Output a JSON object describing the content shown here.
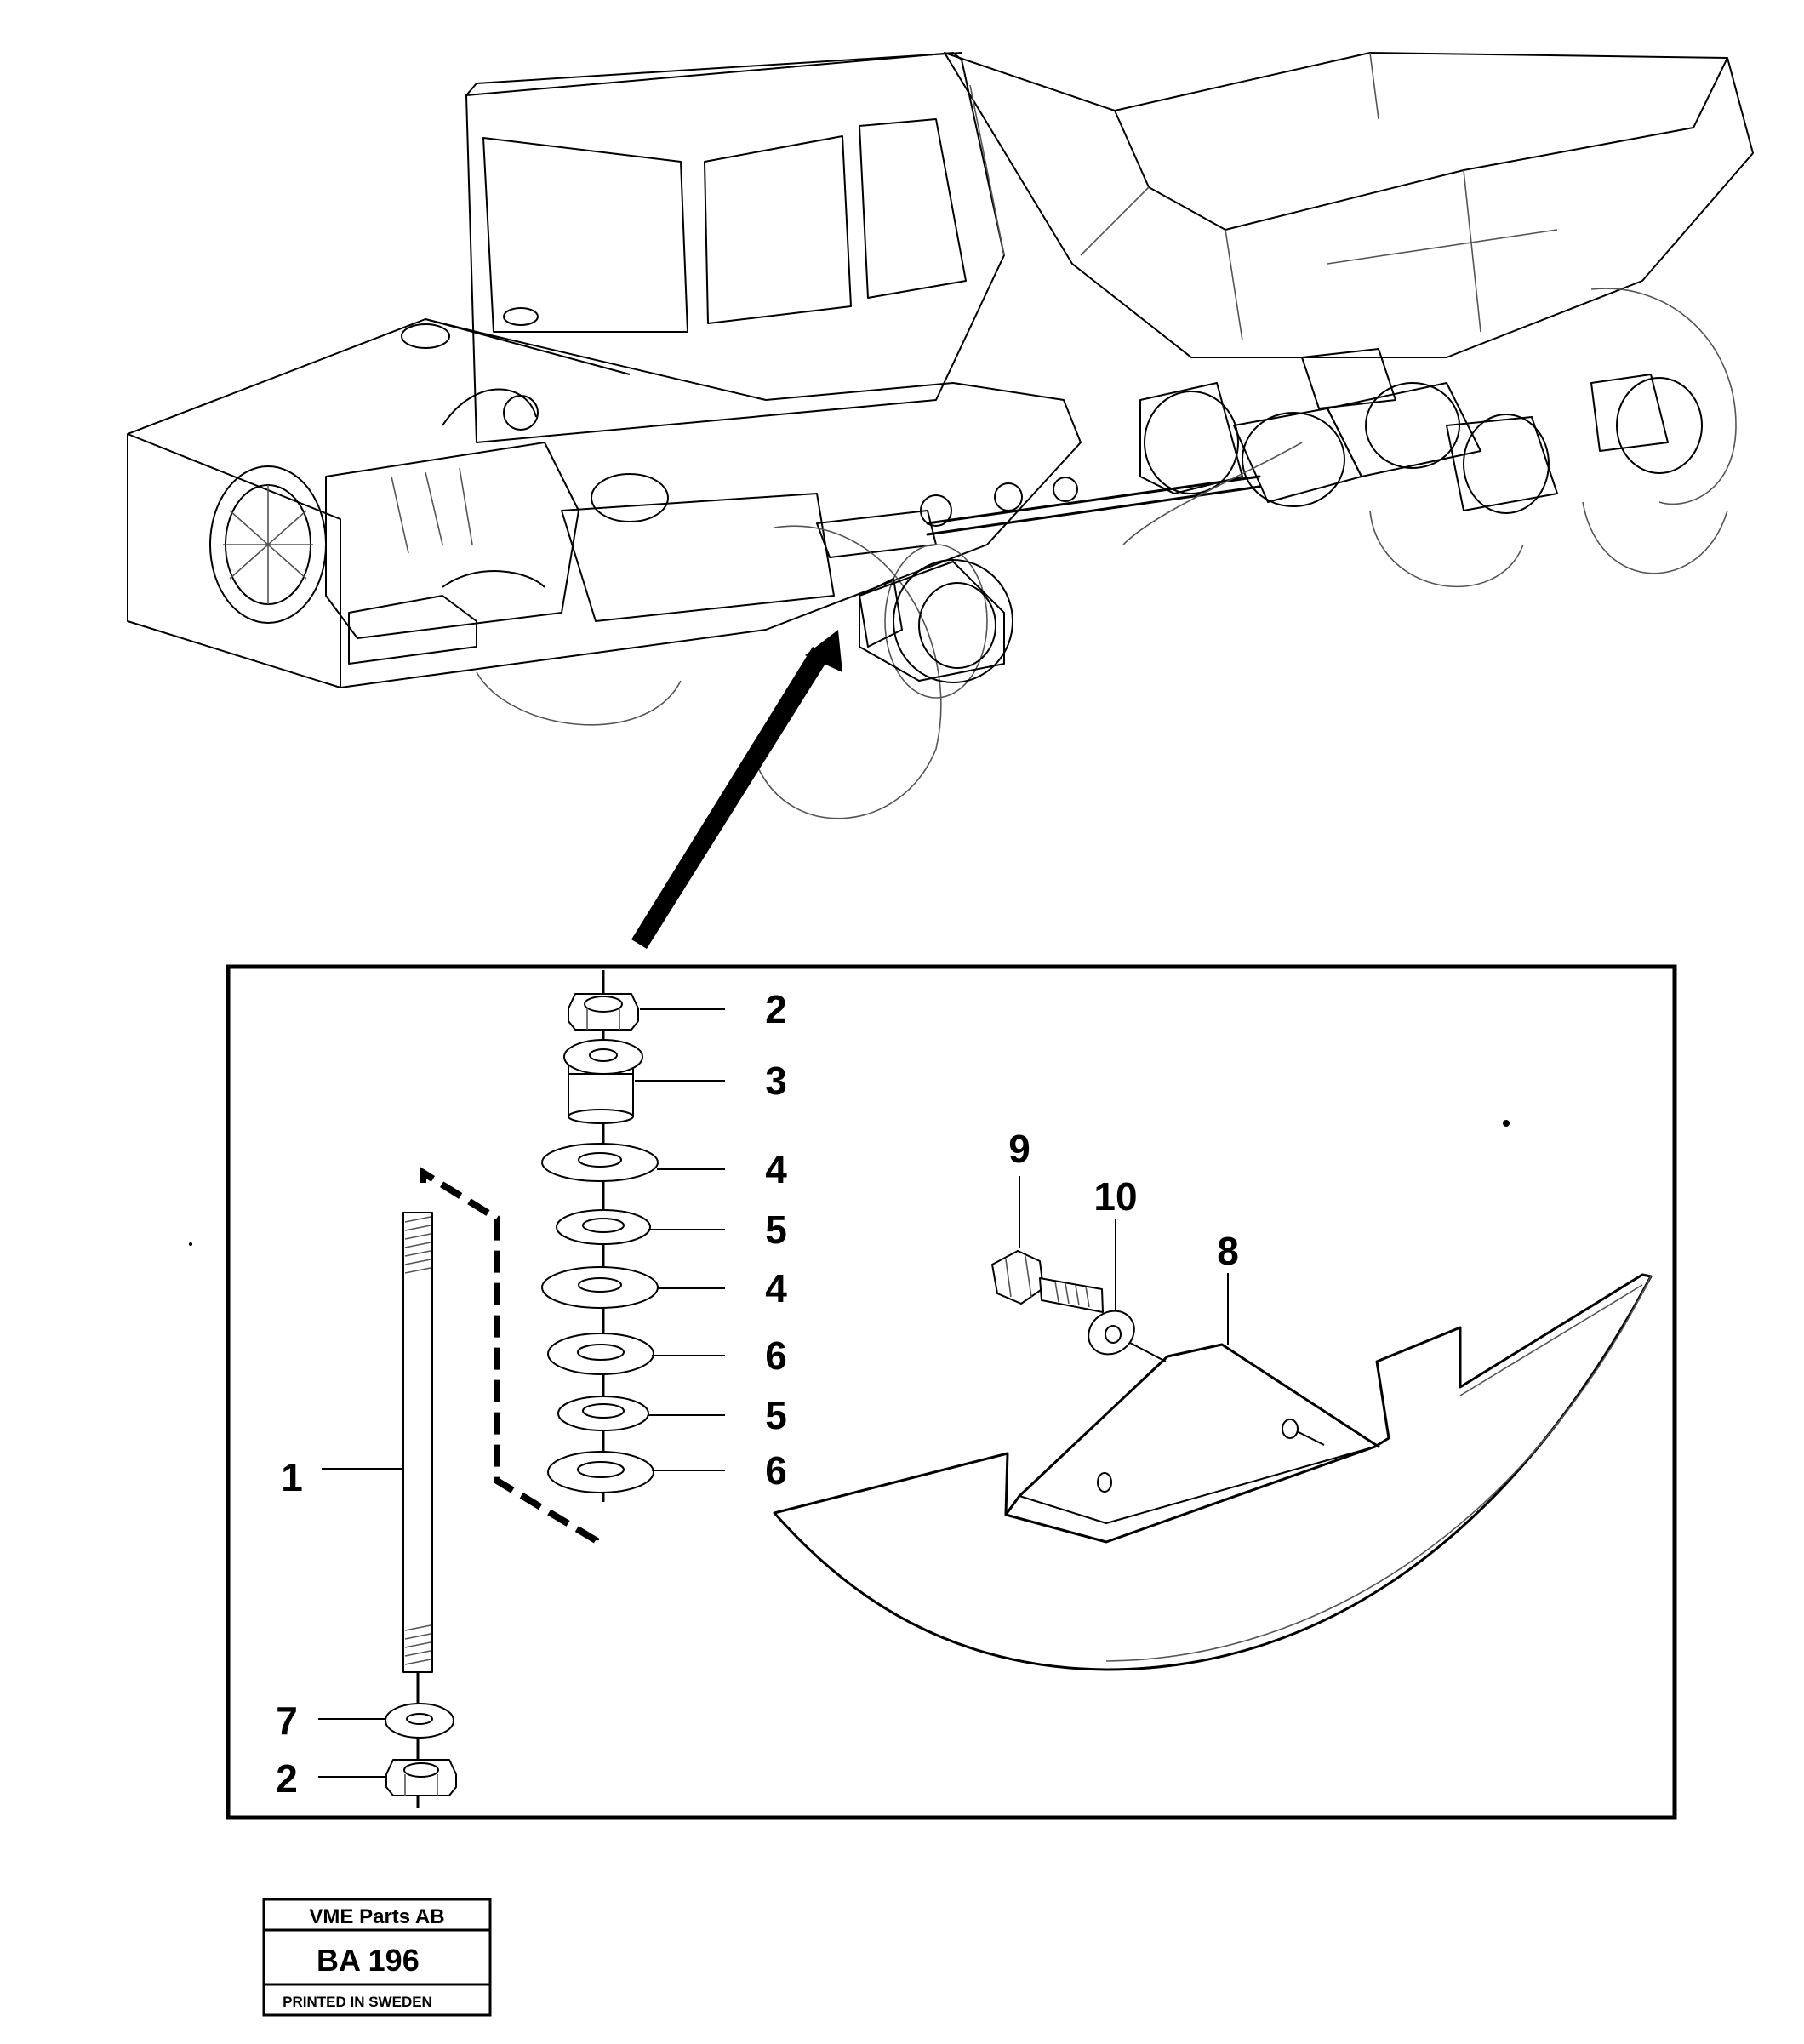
{
  "callouts": {
    "c1": "1",
    "c2_top": "2",
    "c2_bottom": "2",
    "c3": "3",
    "c4_a": "4",
    "c4_b": "4",
    "c5_a": "5",
    "c5_b": "5",
    "c6_a": "6",
    "c6_b": "6",
    "c7": "7",
    "c8": "8",
    "c9": "9",
    "c10": "10"
  },
  "stamp": {
    "company": "VME Parts AB",
    "code": "BA 196",
    "printed": "PRINTED IN SWEDEN"
  },
  "colors": {
    "ink": "#000000",
    "paper": "#ffffff"
  }
}
